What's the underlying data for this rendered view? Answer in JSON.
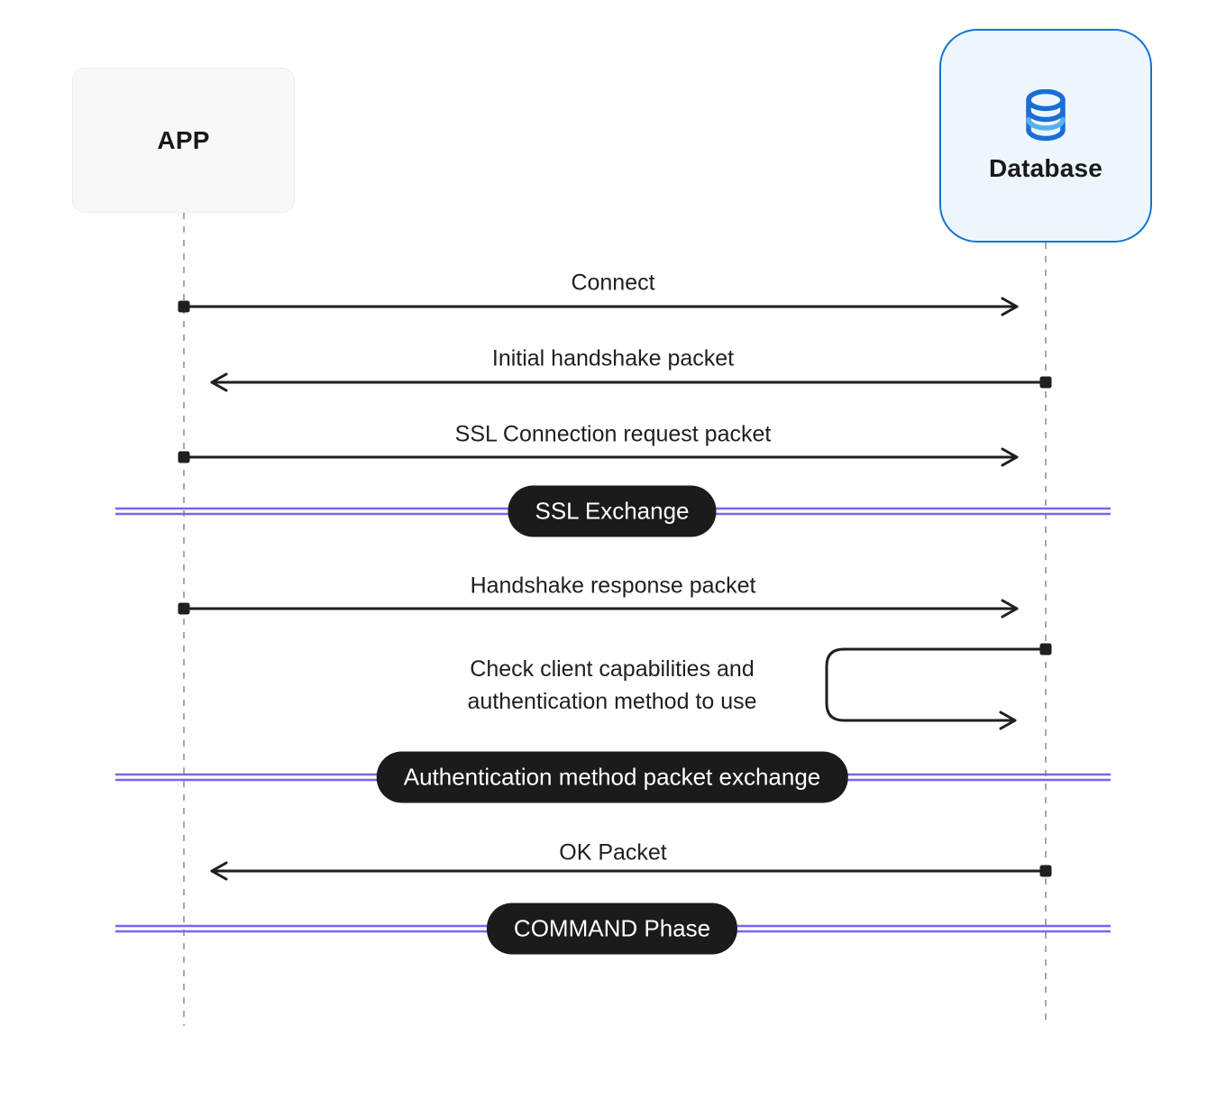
{
  "diagram": {
    "type": "sequence-diagram",
    "actors": {
      "app": {
        "label": "APP"
      },
      "database": {
        "label": "Database",
        "icon": "database-cylinder-icon"
      }
    },
    "messages": [
      {
        "label": "Connect",
        "from": "APP",
        "to": "Database",
        "direction": "right"
      },
      {
        "label": "Initial handshake packet",
        "from": "Database",
        "to": "APP",
        "direction": "left"
      },
      {
        "label": "SSL Connection request packet",
        "from": "APP",
        "to": "Database",
        "direction": "right"
      },
      {
        "label": "Handshake response packet",
        "from": "APP",
        "to": "Database",
        "direction": "right"
      },
      {
        "label_lines": [
          "Check client capabilities and",
          "authentication method to use"
        ],
        "from": "Database",
        "to": "Database",
        "direction": "self"
      },
      {
        "label": "OK Packet",
        "from": "Database",
        "to": "APP",
        "direction": "left"
      }
    ],
    "phases": [
      {
        "label": "SSL Exchange"
      },
      {
        "label": "Authentication method packet exchange"
      },
      {
        "label": "COMMAND Phase"
      }
    ]
  },
  "colors": {
    "ink": "#1f1f1f",
    "accent_purple": "#7d63ee",
    "pill_bg": "#1b1b1e",
    "pill_text": "#ffffff",
    "db_border": "#1673d2",
    "db_bg": "#edf6fd",
    "db_icon_dark": "#1b6ed6",
    "db_icon_light": "#55b1f0",
    "app_bg": "#f8f8f8",
    "lifeline": "#a8a8a8",
    "page_bg": "#ffffff"
  }
}
